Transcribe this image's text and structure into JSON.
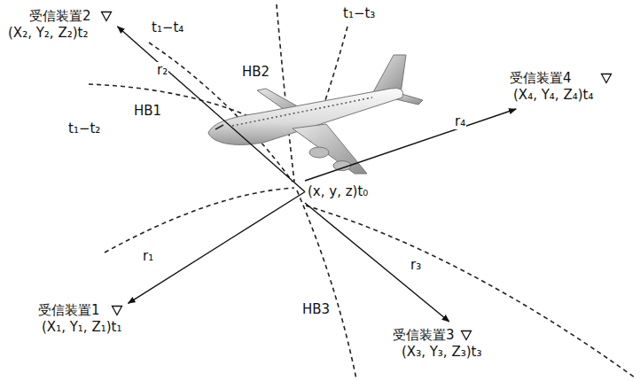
{
  "diagram": {
    "nodes": [
      {
        "text": [
          "受信装置2",
          "(X₂, Y₂, Z₂)t₂"
        ]
      },
      {
        "text": [
          "受信装置4",
          "(X₄, Y₄, Z₄)t₄"
        ]
      },
      {
        "text": [
          "(x, y, z)t₀"
        ]
      },
      {
        "text": [
          "受信装置1",
          "(X₁, Y₁, Z₁)t₁"
        ]
      },
      {
        "text": [
          "受信装置3",
          "(X₃, Y₃, Z₃)t₃"
        ]
      }
    ],
    "edges": [
      {
        "from": 2,
        "to": 0,
        "arrow": "to",
        "label": "r₂"
      },
      {
        "from": 2,
        "to": 1,
        "arrow": "to",
        "label": "r₄"
      },
      {
        "from": 2,
        "to": 3,
        "arrow": "to",
        "label": "r₁"
      },
      {
        "from": 2,
        "to": 4,
        "arrow": "to",
        "label": "r₃"
      }
    ],
    "labels": [
      "t₁−t₄",
      "t₁−t₃",
      "HB2",
      "HB1",
      "t₁−t₂",
      "HB3"
    ]
  }
}
